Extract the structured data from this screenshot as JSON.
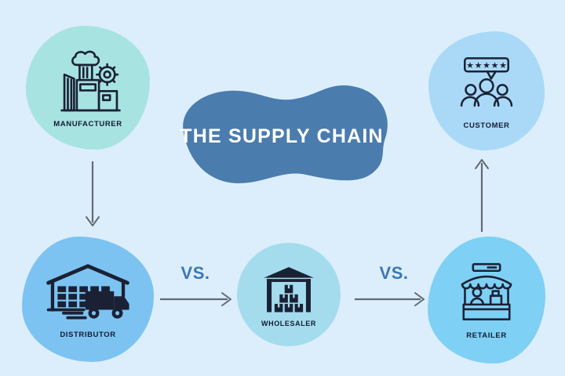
{
  "title": "THE SUPPLY CHAIN",
  "nodes": [
    {
      "id": "manufacturer",
      "label": "MANUFACTURER",
      "icon": "factory-icon",
      "blob_color": "#a7e3e1"
    },
    {
      "id": "distributor",
      "label": "DISTRIBUTOR",
      "icon": "warehouse-truck-icon",
      "blob_color": "#7cc3f2"
    },
    {
      "id": "wholesaler",
      "label": "WHOLESALER",
      "icon": "warehouse-boxes-icon",
      "blob_color": "#a4dcee"
    },
    {
      "id": "retailer",
      "label": "RETAILER",
      "icon": "market-stall-icon",
      "blob_color": "#7ed0f4"
    },
    {
      "id": "customer",
      "label": "CUSTOMER",
      "icon": "customer-review-icon",
      "blob_color": "#a9d9f7"
    }
  ],
  "connectors": [
    {
      "from": "manufacturer",
      "to": "distributor",
      "label": ""
    },
    {
      "from": "distributor",
      "to": "wholesaler",
      "label": "VS."
    },
    {
      "from": "wholesaler",
      "to": "retailer",
      "label": "VS."
    },
    {
      "from": "retailer",
      "to": "customer",
      "label": ""
    }
  ],
  "colors": {
    "background": "#dceefb",
    "title_blob": "#4a7cae",
    "title_text": "#ffffff",
    "label_text": "#141c33",
    "vs_text": "#3b77b5",
    "arrow": "#646a75",
    "icon_stroke": "#1b2135"
  }
}
